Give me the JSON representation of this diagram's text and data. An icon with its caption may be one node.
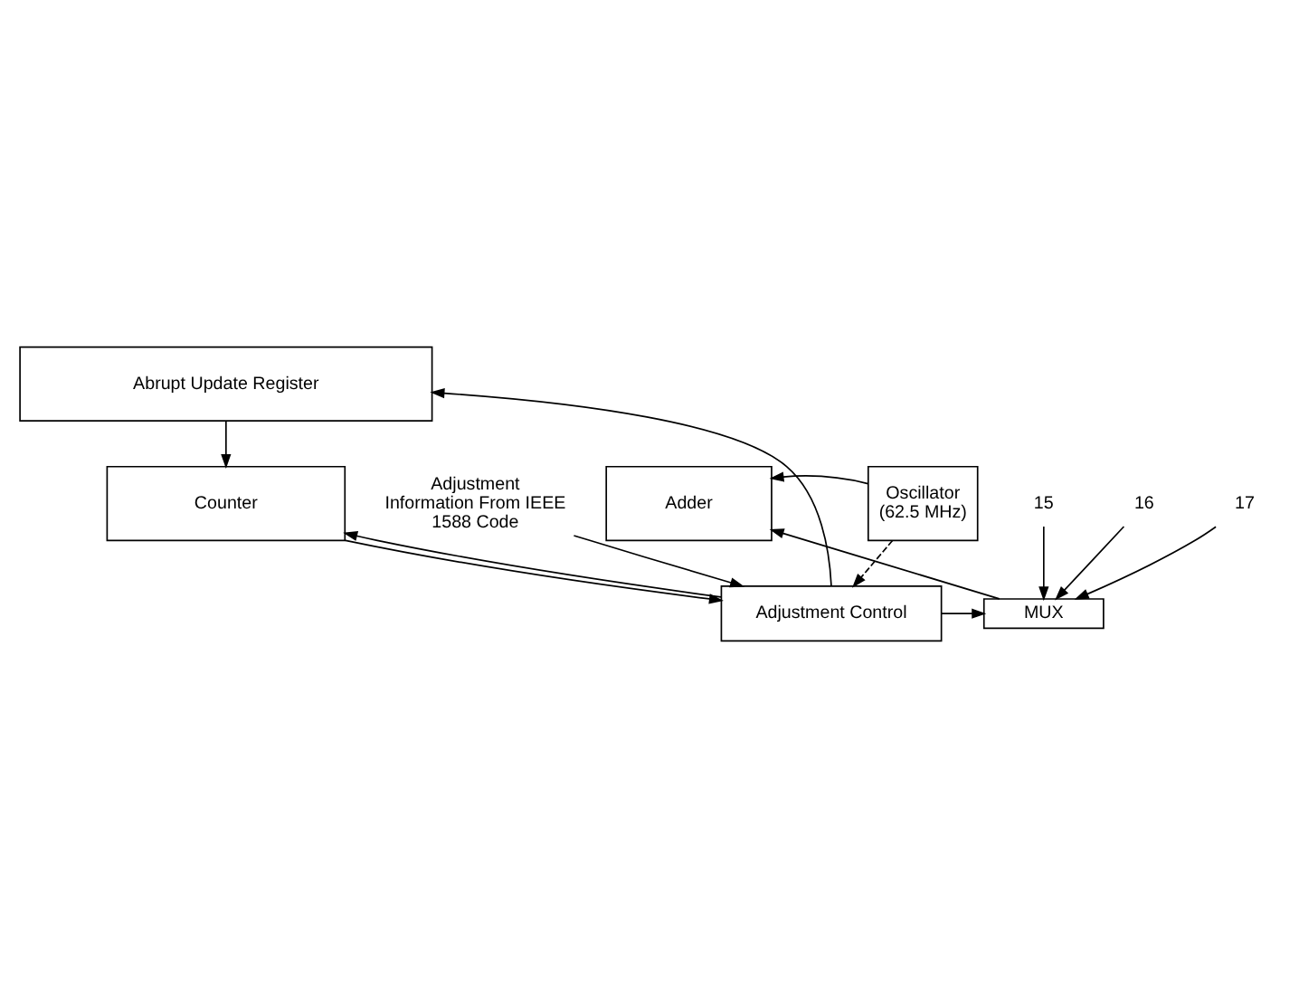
{
  "diagram": {
    "nodes": [
      {
        "text": [
          "Abrupt Update Register"
        ]
      },
      {
        "text": [
          "Counter"
        ]
      },
      {
        "text": [
          "Adder"
        ]
      },
      {
        "text": [
          "Oscillator (62.5 MHz)"
        ]
      },
      {
        "text": [
          "Adjustment Control"
        ]
      },
      {
        "text": [
          "MUX"
        ]
      },
      {
        "text": [
          "Adjustment Information From IEEE 1588 Code"
        ]
      },
      {
        "text": [
          "15"
        ]
      },
      {
        "text": [
          "16"
        ]
      },
      {
        "text": [
          "17"
        ]
      }
    ],
    "edges": [
      {
        "from": 0,
        "to": 1,
        "arrow": "to"
      },
      {
        "from": 3,
        "to": 2,
        "arrow": "to"
      },
      {
        "from": 1,
        "to": 4,
        "arrow": "to"
      },
      {
        "from": 3,
        "to": 4,
        "arrow": "to",
        "style": "dashed"
      },
      {
        "from": 4,
        "to": 0,
        "arrow": "to"
      },
      {
        "from": 4,
        "to": 1,
        "arrow": "to"
      },
      {
        "from": 4,
        "to": 5,
        "arrow": "to"
      },
      {
        "from": 5,
        "to": 2,
        "arrow": "to"
      },
      {
        "from": 6,
        "to": 4,
        "arrow": "to"
      },
      {
        "from": 7,
        "to": 5,
        "arrow": "to"
      },
      {
        "from": 8,
        "to": 5,
        "arrow": "to"
      },
      {
        "from": 9,
        "to": 5,
        "arrow": "to"
      }
    ]
  }
}
